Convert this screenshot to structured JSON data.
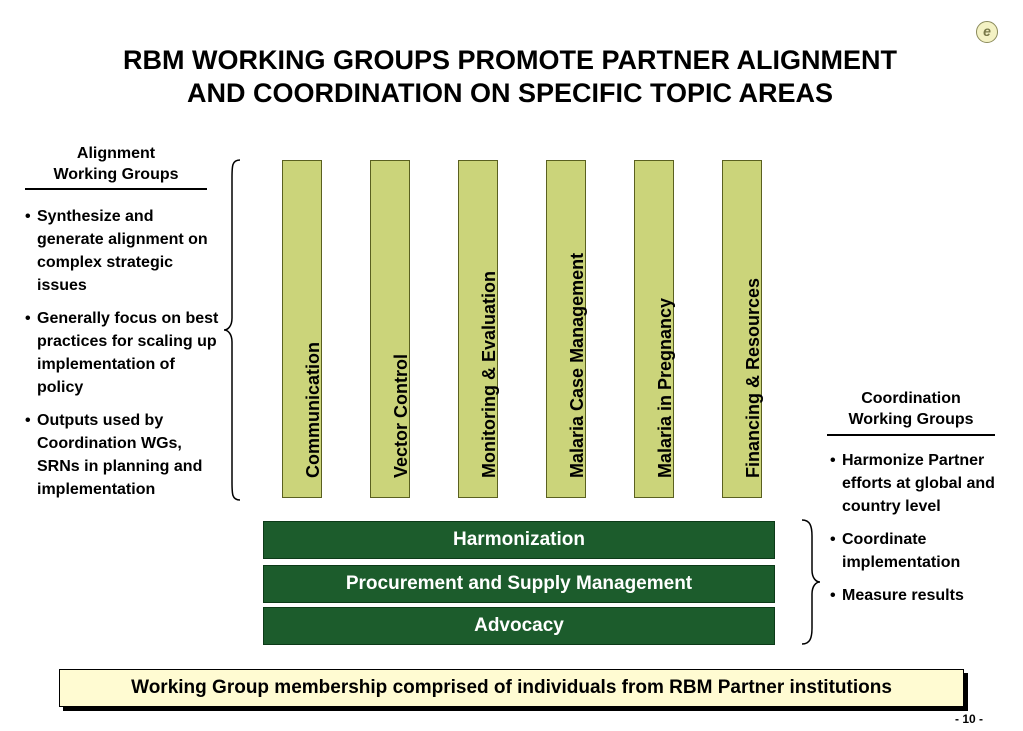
{
  "badge": "e",
  "title": {
    "line1": "RBM WORKING GROUPS PROMOTE PARTNER ALIGNMENT",
    "line2": "AND COORDINATION ON SPECIFIC TOPIC AREAS"
  },
  "alignment": {
    "heading_line1": "Alignment",
    "heading_line2": "Working Groups",
    "bullets": [
      "Synthesize and generate alignment on complex strategic issues",
      "Generally focus on best practices for scaling up implementation of policy",
      "Outputs used by Coordination WGs, SRNs in planning and implementation"
    ]
  },
  "coordination": {
    "heading_line1": "Coordination",
    "heading_line2": "Working Groups",
    "bullets": [
      "Harmonize Partner efforts at global and country level",
      "Coordinate implementation",
      "Measure results"
    ]
  },
  "alignment_groups": [
    "Communication",
    "Vector Control",
    "Monitoring & Evaluation",
    "Malaria Case Management",
    "Malaria in Pregnancy",
    "Financing & Resources"
  ],
  "coordination_groups": [
    "Harmonization",
    "Procurement and Supply Management",
    "Advocacy"
  ],
  "footer": "Working Group membership comprised of individuals from RBM Partner institutions",
  "page_number": "- 10 -",
  "colors": {
    "bar_fill": "#cbd47a",
    "band_fill": "#1c5c2c",
    "footer_fill": "#fffbd2"
  }
}
